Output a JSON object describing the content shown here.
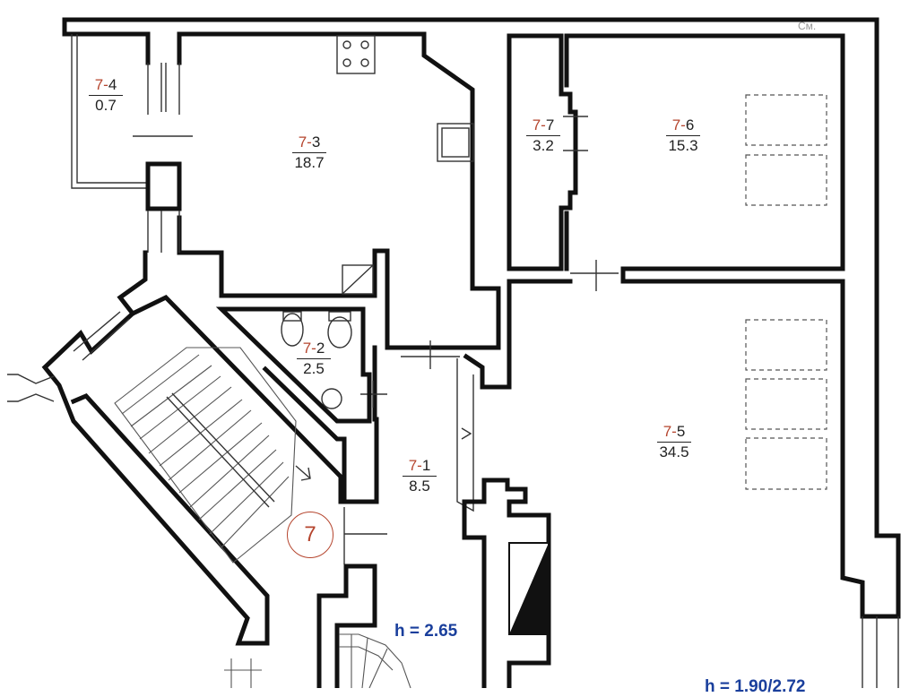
{
  "rooms": [
    {
      "prefix": "7-",
      "number": "4",
      "area": "0.7"
    },
    {
      "prefix": "7-",
      "number": "3",
      "area": "18.7"
    },
    {
      "prefix": "7-",
      "number": "7",
      "area": "3.2"
    },
    {
      "prefix": "7-",
      "number": "6",
      "area": "15.3"
    },
    {
      "prefix": "7-",
      "number": "2",
      "area": "2.5"
    },
    {
      "prefix": "7-",
      "number": "5",
      "area": "34.5"
    },
    {
      "prefix": "7-",
      "number": "1",
      "area": "8.5"
    }
  ],
  "section_marker": "7",
  "heights": {
    "corridor": "h = 2.65",
    "main": "h = 1.90/2.72"
  },
  "corner_stamp": "См.",
  "colors": {
    "room_prefix": "#b5452e",
    "height_text": "#1a3f9c",
    "wall": "#111111"
  }
}
